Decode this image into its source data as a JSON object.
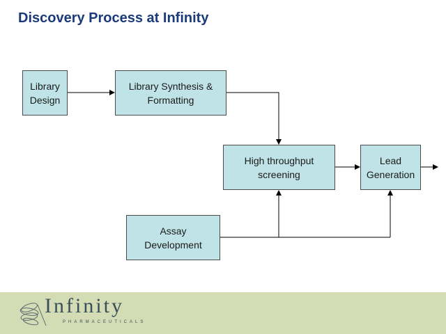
{
  "title": "Discovery Process at Infinity",
  "nodes": {
    "library_design": "Library\nDesign",
    "library_synthesis": "Library Synthesis &\nFormatting",
    "hts": "High throughput\nscreening",
    "lead_generation": "Lead\nGeneration",
    "assay_development": "Assay\nDevelopment"
  },
  "colors": {
    "title": "#1a3a7a",
    "node_fill": "#bfe3e6",
    "footer_bg": "#d3dcb5"
  },
  "logo": {
    "word": "Infinity",
    "sub": "PHARMACEUTICALS"
  }
}
